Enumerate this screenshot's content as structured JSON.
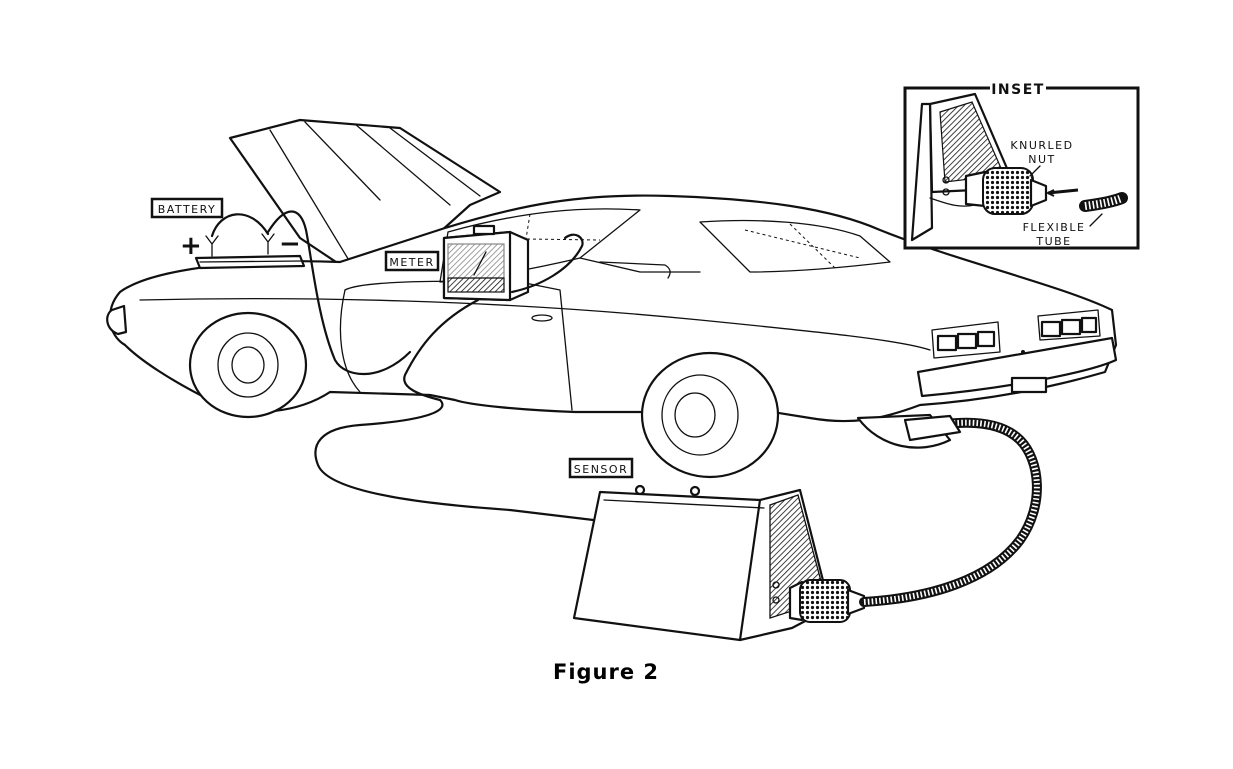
{
  "labels": {
    "battery": "BATTERY",
    "meter": "METER",
    "sensor": "SENSOR",
    "inset": "INSET",
    "knurled_nut_line1": "KNURLED",
    "knurled_nut_line2": "NUT",
    "flexible_tube_line1": "FLEXIBLE",
    "flexible_tube_line2": "TUBE",
    "plus": "+",
    "minus": "−"
  },
  "caption": "Figure 2"
}
